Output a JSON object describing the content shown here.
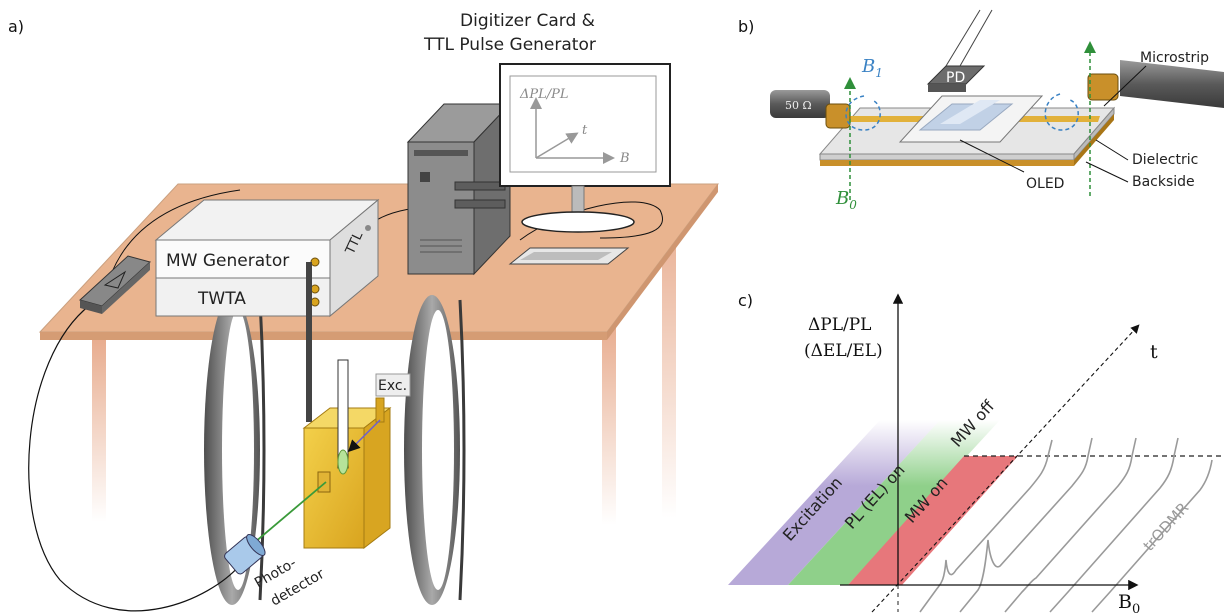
{
  "panel_a": {
    "label": "a)",
    "computer_title_line1": "Digitizer Card &",
    "computer_title_line2": "TTL Pulse Generator",
    "monitor_yaxis": "ΔPL/PL",
    "monitor_t": "t",
    "monitor_b": "B",
    "mw_generator": "MW Generator",
    "twta": "TWTA",
    "ttl": "TTL",
    "exc": "Exc.",
    "photodetector_line1": "Photo-",
    "photodetector_line2": "detector"
  },
  "panel_b": {
    "label": "b)",
    "b1": "B",
    "b1_sub": "1",
    "pd": "PD",
    "microstrip": "Microstrip",
    "ohm": "50 Ω",
    "dielectric": "Dielectric",
    "backside": "Backside",
    "oled": "OLED",
    "b0": "B",
    "b0_sub": "0"
  },
  "panel_c": {
    "label": "c)",
    "y_label_line1": "ΔPL/PL",
    "y_label_line2": "(ΔEL/EL)",
    "t_label": "t",
    "x_label": "B",
    "x_label_sub": "0",
    "band_excitation": "Excitation",
    "band_pl": "PL (EL) on",
    "band_mw": "MW on",
    "mw_off": "MW off",
    "trodmr": "trODMR"
  },
  "colors": {
    "table": "#e9b48f",
    "excitation": "#b7a9d8",
    "pl": "#8fd08a",
    "mw": "#e7777b",
    "brass": "#c9902a",
    "b1_blue": "#3a82c4",
    "b0_green": "#2f8f3a"
  }
}
